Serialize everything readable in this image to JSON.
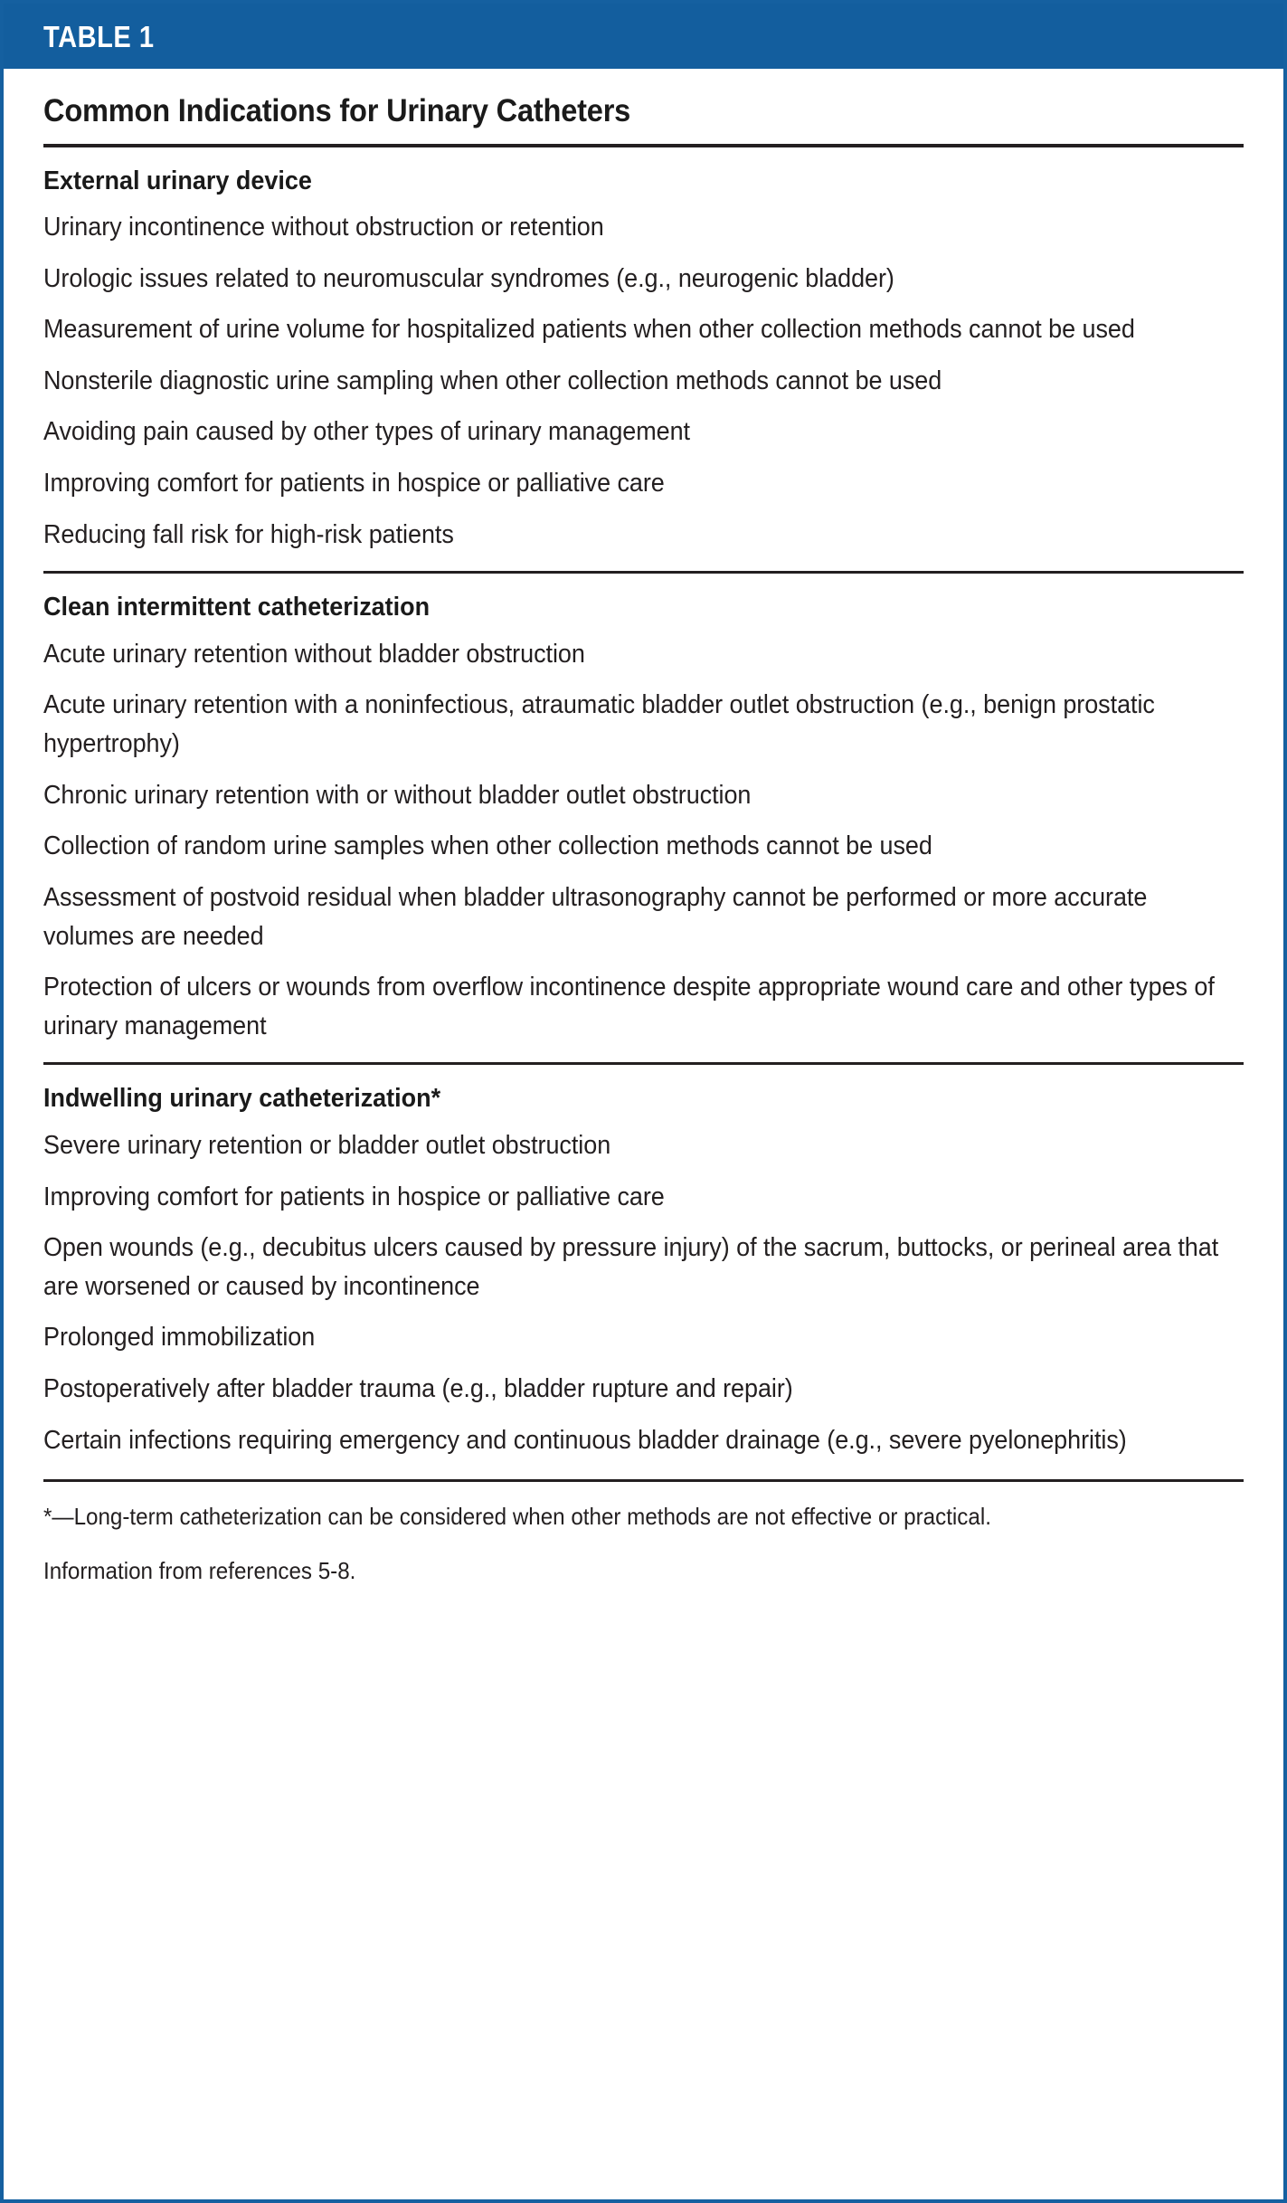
{
  "header": {
    "band_label": "TABLE 1",
    "band_color": "#135E9E",
    "border_color": "#1560A0",
    "title": "Common Indications for Urinary Catheters"
  },
  "sections": [
    {
      "heading": "External urinary device",
      "items": [
        "Urinary incontinence without obstruction or retention",
        "Urologic issues related to neuromuscular syndromes (e.g., neurogenic bladder)",
        "Measurement of urine volume for hospitalized patients when other collection methods cannot be used",
        "Nonsterile diagnostic urine sampling when other collection methods cannot be used",
        "Avoiding pain caused by other types of urinary management",
        "Improving comfort for patients in hospice or palliative care",
        "Reducing fall risk for high-risk patients"
      ]
    },
    {
      "heading": "Clean intermittent catheterization",
      "items": [
        "Acute urinary retention without bladder obstruction",
        "Acute urinary retention with a noninfectious, atraumatic bladder outlet obstruction (e.g., benign prostatic hypertrophy)",
        "Chronic urinary retention with or without bladder outlet obstruction",
        "Collection of random urine samples when other collection methods cannot be used",
        "Assessment of postvoid residual when bladder ultrasonography cannot be performed or more accurate volumes are needed",
        "Protection of ulcers or wounds from overflow incontinence despite appropriate wound care and other types of urinary management"
      ]
    },
    {
      "heading": "Indwelling urinary catheterization*",
      "items": [
        "Severe urinary retention or bladder outlet obstruction",
        "Improving comfort for patients in hospice or palliative care",
        "Open wounds (e.g., decubitus ulcers caused by pressure injury) of the sacrum, buttocks, or perineal area that are worsened or caused by incontinence",
        "Prolonged immobilization",
        "Postoperatively after bladder trauma (e.g., bladder rupture and repair)",
        "Certain infections requiring emergency and continuous bladder drainage (e.g., severe pyelonephritis)"
      ]
    }
  ],
  "footer": {
    "asterisk_note": "*—Long-term catheterization can be considered when other methods are not effective or practical.",
    "source_note": "Information from references 5-8."
  }
}
